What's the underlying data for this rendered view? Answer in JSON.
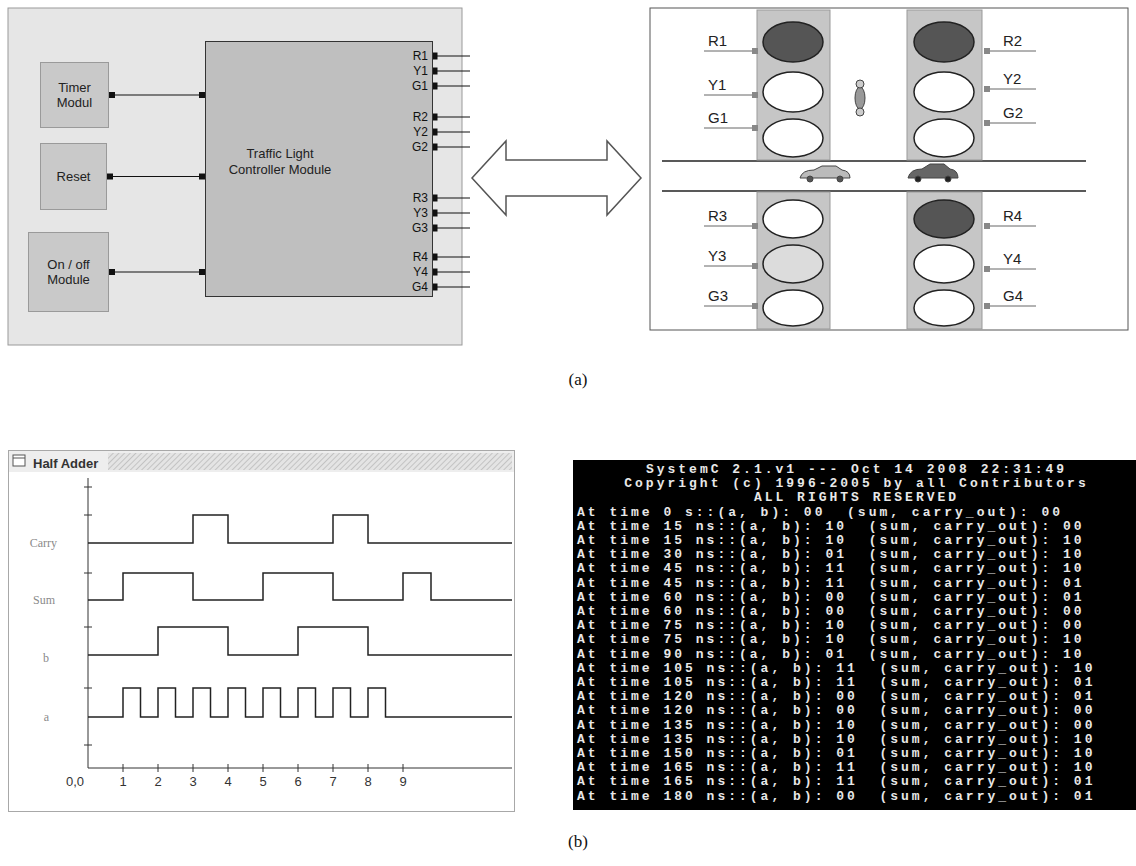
{
  "diagram": {
    "nodes": [
      {
        "text": [
          "Timer Modul"
        ]
      },
      {
        "text": [
          "Reset"
        ]
      },
      {
        "text": [
          "On / off Module"
        ]
      },
      {
        "text": [
          "Traffic Light Controller Module"
        ]
      },
      {
        "text": [
          "Half Adder"
        ]
      },
      {
        "text": [
          "SystemC 2.1.v1 --- Oct 14 2008 22:31:49",
          "Copyright (c) 1996-2005 by all Contributors",
          "ALL RIGHTS RESERVED",
          "At time 0 s::(a, b): 00  (sum, carry_out): 00",
          "At time 15 ns::(a, b): 10  (sum, carry_out): 00",
          "At time 15 ns::(a, b): 10  (sum, carry_out): 10",
          "At time 30 ns::(a, b): 01  (sum, carry_out): 10",
          "At time 45 ns::(a, b): 11  (sum, carry_out): 10",
          "At time 45 ns::(a, b): 11  (sum, carry_out): 01",
          "At time 60 ns::(a, b): 00  (sum, carry_out): 01",
          "At time 60 ns::(a, b): 00  (sum, carry_out): 00",
          "At time 75 ns::(a, b): 10  (sum, carry_out): 00",
          "At time 75 ns::(a, b): 10  (sum, carry_out): 10",
          "At time 90 ns::(a, b): 01  (sum, carry_out): 10",
          "At time 105 ns::(a, b): 11  (sum, carry_out): 10",
          "At time 105 ns::(a, b): 11  (sum, carry_out): 01",
          "At time 120 ns::(a, b): 00  (sum, carry_out): 01",
          "At time 120 ns::(a, b): 00  (sum, carry_out): 00",
          "At time 135 ns::(a, b): 10  (sum, carry_out): 00",
          "At time 135 ns::(a, b): 10  (sum, carry_out): 10",
          "At time 150 ns::(a, b): 01  (sum, carry_out): 10",
          "At time 165 ns::(a, b): 11  (sum, carry_out): 10",
          "At time 165 ns::(a, b): 11  (sum, carry_out): 01",
          "At time 180 ns::(a, b): 00  (sum, carry_out): 01"
        ]
      }
    ],
    "edges": [
      {
        "from": 0,
        "to": 3,
        "arrow": "none"
      },
      {
        "from": 1,
        "to": 3,
        "arrow": "none"
      },
      {
        "from": 2,
        "to": 3,
        "arrow": "none"
      }
    ],
    "labels": [
      "R1",
      "Y1",
      "G1",
      "R2",
      "Y2",
      "G2",
      "R3",
      "Y3",
      "G3",
      "R4",
      "Y4",
      "G4",
      "R1",
      "Y1",
      "G1",
      "R2",
      "Y2",
      "G2",
      "R3",
      "Y3",
      "G3",
      "R4",
      "Y4",
      "G4",
      "(a)",
      "Carry",
      "Sum",
      "b",
      "a",
      "0,0",
      "1",
      "2",
      "3",
      "4",
      "5",
      "6",
      "7",
      "8",
      "9",
      "(b)"
    ]
  }
}
